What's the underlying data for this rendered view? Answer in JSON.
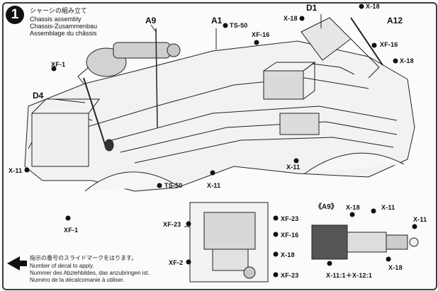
{
  "step": {
    "number": "1",
    "title_jp": "シャーシの組み立て",
    "title_en": "Chassis assembly",
    "title_de": "Chassis-Zusammenbau",
    "title_fr": "Assemblage du châssis"
  },
  "callouts": {
    "a9": "A9",
    "a1": "A1",
    "d1": "D1",
    "a12": "A12",
    "d4": "D4",
    "ts50_top": "TS-50",
    "ts50_bottom": "TS-50",
    "xf16_top": "XF-16",
    "xf16_right": "XF-16",
    "x18_top": "X-18",
    "x18_d1": "X-18",
    "x18_a12": "X-18",
    "xf1_left": "XF-1",
    "xf1_bottom": "XF-1",
    "x11_left": "X-11",
    "x11_center": "X-11",
    "x11_bottom": "X-11"
  },
  "engine_inset": {
    "xf23_left": "XF-23",
    "xf23_right": "XF-23",
    "xf23_bottom": "XF-23",
    "xf16": "XF-16",
    "xf2": "XF-2",
    "x18": "X-18"
  },
  "a9_inset": {
    "title": "《A9》",
    "x18_top": "X-18",
    "x11_top": "X-11",
    "x11_right": "X-11",
    "x18_right": "X-18",
    "mix": "X-11:1＋X-12:1"
  },
  "decal_note": {
    "jp": "指示の番号のスライドマークをはります。",
    "en": "Number of decal to apply.",
    "de": "Nummer des Abziehbildes, das anzubringen ist.",
    "fr": "Numéro de la décalcomanie à utiliser."
  }
}
